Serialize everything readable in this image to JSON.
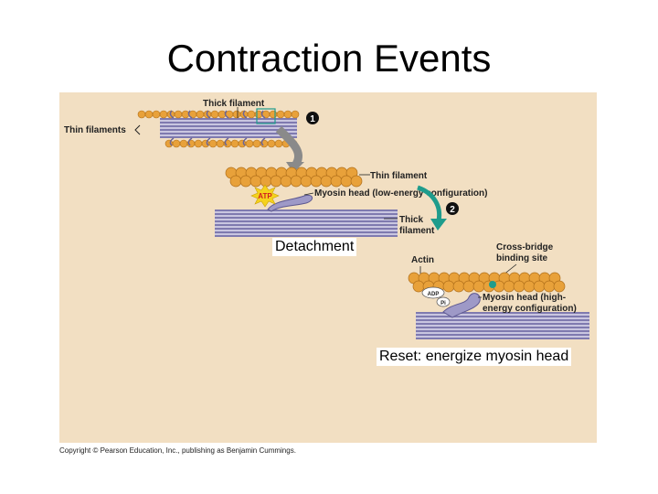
{
  "slide": {
    "title": "Contraction Events",
    "copyright": "Copyright © Pearson Education, Inc., publishing as Benjamin Cummings."
  },
  "captions": {
    "detachment": "Detachment",
    "reset": "Reset: energize myosin head"
  },
  "labels": {
    "thick_filament_top": "Thick filament",
    "thin_filaments": "Thin filaments",
    "step_1": "1",
    "step_2": "2",
    "thin_filament": "Thin filament",
    "atp": "ATP",
    "myosin_low": "Myosin head (low-energy configuration)",
    "thick_line1": "Thick",
    "thick_line2": "filament",
    "actin": "Actin",
    "cross_line1": "Cross-bridge",
    "cross_line2": "binding site",
    "adp": "ADP",
    "pi": "Pi",
    "myosin_high_line1": "Myosin head (high-",
    "myosin_high_line2": "energy configuration)"
  },
  "colors": {
    "panel": "#f2dfc2",
    "actin": "#e8a13a",
    "myosin": "#8b86b8",
    "arrow_gray": "#8a8a8a",
    "arrow_teal": "#1f9c8c",
    "atp_star": "#f5d21d"
  }
}
